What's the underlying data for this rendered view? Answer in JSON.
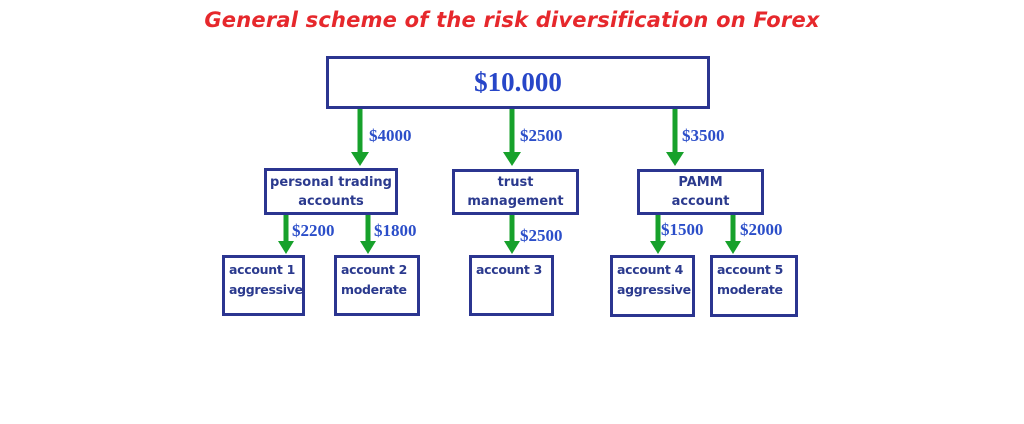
{
  "title": "General scheme of the risk diversification on Forex",
  "root": {
    "label": "$10.000"
  },
  "nodes": [
    {
      "line1": "personal trading",
      "line2": "accounts",
      "amount": "$4000"
    },
    {
      "line1": "trust",
      "line2": "management",
      "amount": "$2500"
    },
    {
      "line1": "PAMM",
      "line2": "account",
      "amount": "$3500"
    }
  ],
  "accounts": [
    {
      "line1": "account 1",
      "line2": "aggressive",
      "amount": "$2200"
    },
    {
      "line1": "account 2",
      "line2": "moderate",
      "amount": "$1800"
    },
    {
      "line1": "account 3",
      "line2": "",
      "amount": "$2500"
    },
    {
      "line1": "account 4",
      "line2": "aggressive",
      "amount": "$1500"
    },
    {
      "line1": "account 5",
      "line2": "moderate",
      "amount": "$2000"
    }
  ],
  "colors": {
    "background": "#ffffff",
    "title_red": "#e6282c",
    "border_navy": "#2b3590",
    "node_text_navy": "#2b3a8e",
    "amount_blue": "#2b4ec9",
    "root_amount_blue": "#2746c8",
    "arrow_green": "#17a12b"
  }
}
